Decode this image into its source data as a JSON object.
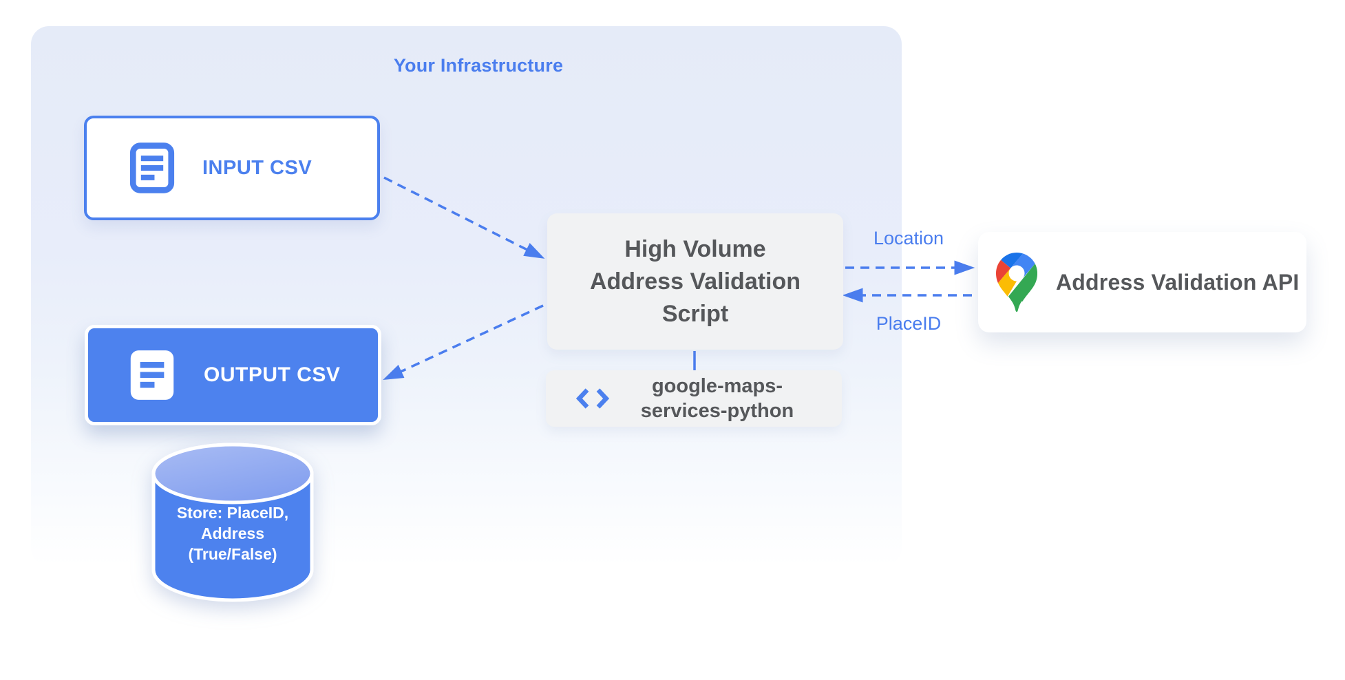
{
  "colors": {
    "blue": "#4a7dee",
    "blue-border": "#4b80ee",
    "blue-fill": "#4d82ee",
    "cyl-top-1": "#a9bcf4",
    "cyl-top-2": "#84a0ef",
    "gray-box": "#f1f2f3",
    "dark-text": "#55575a",
    "pin-red": "#ea4335",
    "pin-blue-light": "#1a73e8",
    "pin-blue": "#4285f4",
    "pin-yellow": "#fbbc04",
    "pin-green": "#34a853"
  },
  "infrastructure": {
    "title": "Your Infrastructure"
  },
  "nodes": {
    "input_csv": {
      "label": "INPUT CSV"
    },
    "output_csv": {
      "label": "OUTPUT CSV"
    },
    "datastore": {
      "line1": "Store: PlaceID,",
      "line2": "Address",
      "line3": "(True/False)"
    },
    "script": {
      "line1": "High Volume",
      "line2": "Address Validation",
      "line3": "Script"
    },
    "library": {
      "line1": "google-maps-",
      "line2": "services-python"
    },
    "api": {
      "label": "Address Validation API"
    }
  },
  "edges": {
    "location_label": "Location",
    "placeid_label": "PlaceID"
  }
}
